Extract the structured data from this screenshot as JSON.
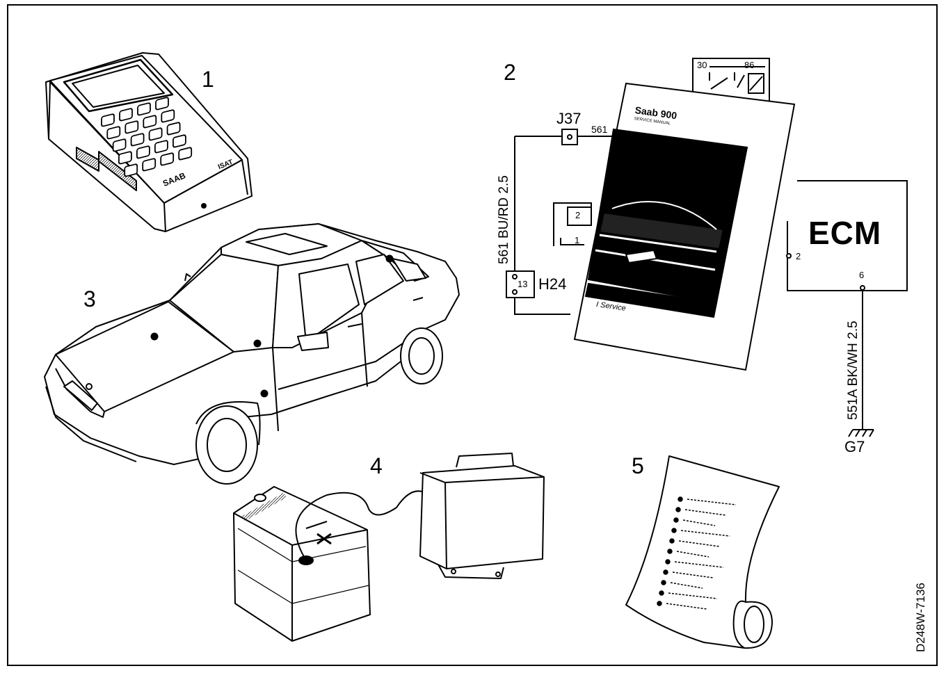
{
  "callouts": {
    "c1": "1",
    "c2": "2",
    "c3": "3",
    "c4": "4",
    "c5": "5"
  },
  "wiring": {
    "connector_j37": "J37",
    "wire_561": "561",
    "wire_left": "561 BU/RD 2.5",
    "connector_h24": "H24",
    "h24_pin": "13",
    "relay_pin2": "2",
    "relay_pin1": "1",
    "relay_30": "30",
    "relay_86": "86",
    "ecm_label": "ECM",
    "ecm_pin2": "2",
    "ecm_pin6": "6",
    "wire_right": "551A BK/WH 2.5",
    "ground": "G7"
  },
  "manual": {
    "title": "Saab 900",
    "subtitle": "SERVICE MANUAL",
    "section": "I  Service"
  },
  "tester": {
    "brand": "SAAB",
    "model": "ISAT"
  },
  "figure_code": "D248W-7136"
}
